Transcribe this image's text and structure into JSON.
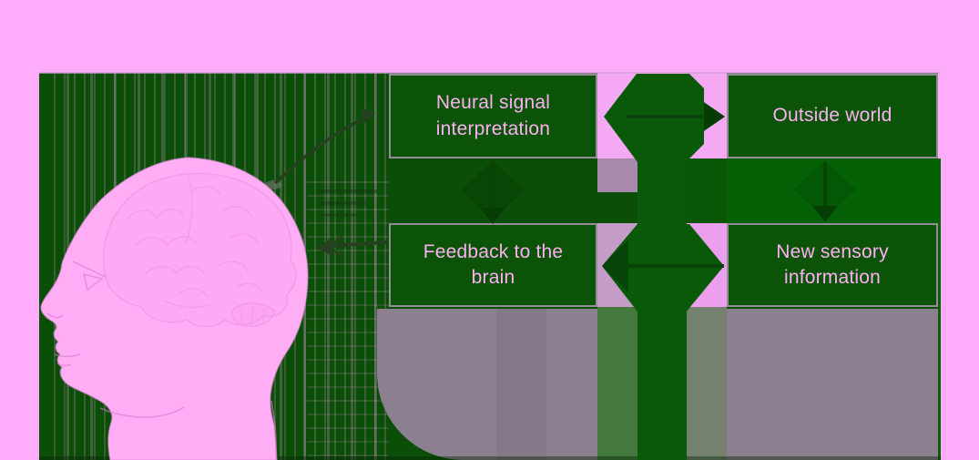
{
  "diagram": {
    "boxes": [
      {
        "id": "neural",
        "label": "Neural signal interpretation"
      },
      {
        "id": "outside",
        "label": "Outside world"
      },
      {
        "id": "feedback",
        "label": "Feedback to the brain"
      },
      {
        "id": "sensory",
        "label": "New sensory information"
      }
    ],
    "illustration": {
      "alt": "Human head in profile with exposed brain"
    },
    "arrows": [
      {
        "name": "head-to-neural-interpretation",
        "direction": "curved-up-right"
      },
      {
        "name": "neural-interpretation-to-outside-world",
        "direction": "right"
      },
      {
        "name": "neural-interpretation-down",
        "direction": "down"
      },
      {
        "name": "outside-world-to-new-sensory",
        "direction": "down"
      },
      {
        "name": "new-sensory-to-feedback",
        "direction": "left"
      },
      {
        "name": "feedback-to-head",
        "direction": "left"
      }
    ],
    "colors": {
      "page_pink": "#ffacfb",
      "panel_green": "#0a4e08",
      "box_green": "#0b5307",
      "bright_green_band": "#056105",
      "glyph_green": "#085a08",
      "medium_green_column": "#44793e",
      "gray_green_column": "#75816f",
      "gray_region": "#8c8090",
      "mauve_square": "#a888ac",
      "purple_column": "#c59bc7",
      "pink_column": "#ec9fed",
      "label_text_pink": "#ffb0f3",
      "dark_arrow": "#053c03",
      "head_pink": "#ffaef6"
    }
  }
}
